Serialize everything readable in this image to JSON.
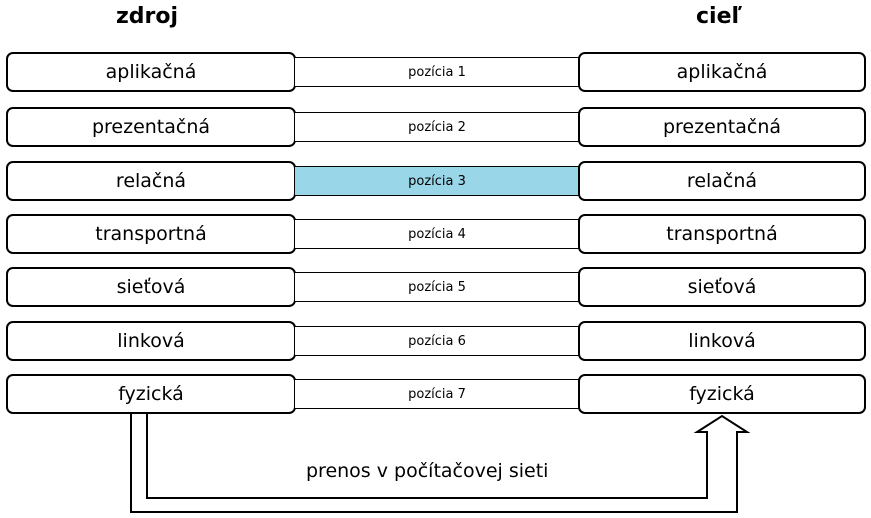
{
  "headings": {
    "source": "zdroj",
    "target": "cieľ"
  },
  "layers": [
    {
      "left": "aplikačná",
      "right": "aplikačná",
      "link": "pozícia 1",
      "highlight": false
    },
    {
      "left": "prezentačná",
      "right": "prezentačná",
      "link": "pozícia 2",
      "highlight": false
    },
    {
      "left": "relačná",
      "right": "relačná",
      "link": "pozícia 3",
      "highlight": true
    },
    {
      "left": "transportná",
      "right": "transportná",
      "link": "pozícia 4",
      "highlight": false
    },
    {
      "left": "sieťová",
      "right": "sieťová",
      "link": "pozícia 5",
      "highlight": false
    },
    {
      "left": "linková",
      "right": "linková",
      "link": "pozícia 6",
      "highlight": false
    },
    {
      "left": "fyzická",
      "right": "fyzická",
      "link": "pozícia 7",
      "highlight": false
    }
  ],
  "transmission_label": "prenos v počítačovej sieti",
  "colors": {
    "highlight": "#98d6e8",
    "stroke": "#000000"
  }
}
